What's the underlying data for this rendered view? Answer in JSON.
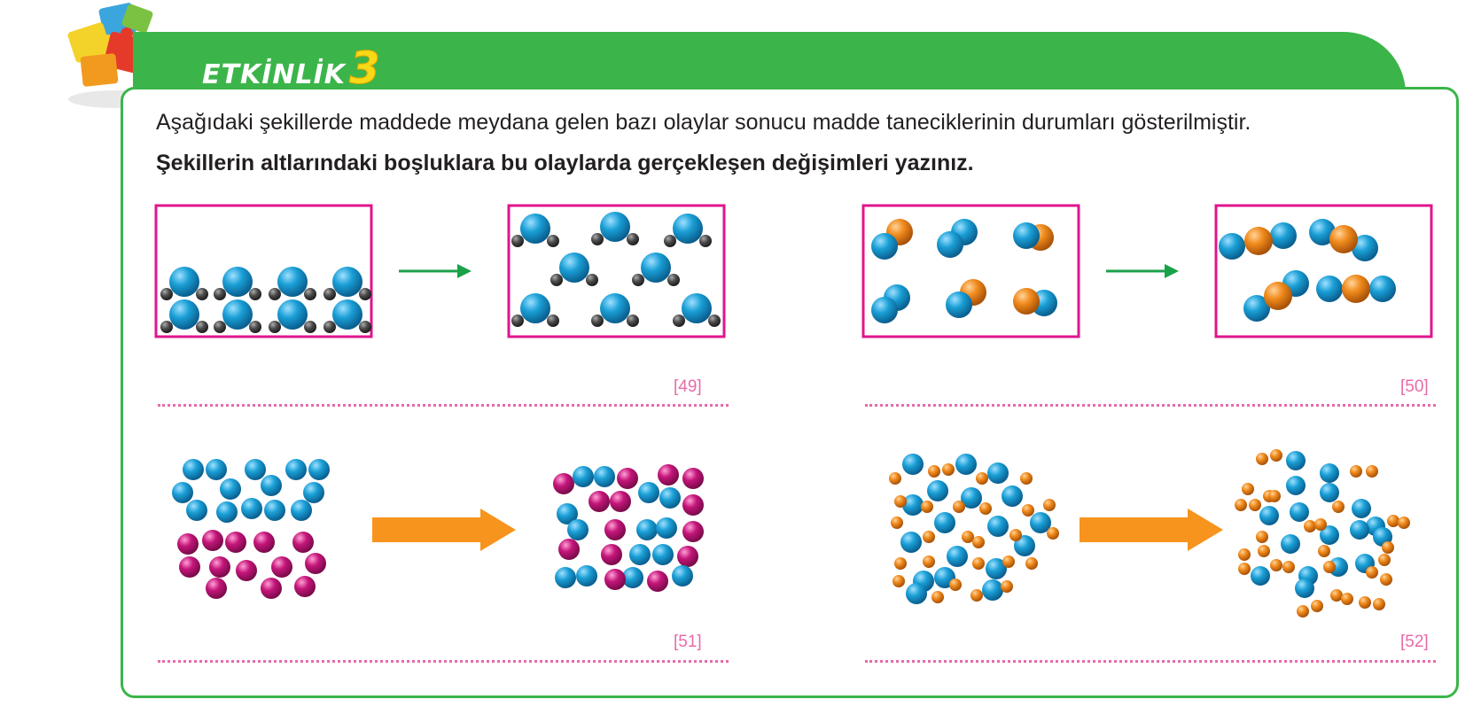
{
  "activity": {
    "title_word": "ETKİNLİK",
    "title_number": "3"
  },
  "text": {
    "intro": "Aşağıdaki şekillerde maddede meydana gelen bazı olaylar sonucu madde taneciklerinin durumları gösterilmiştir.",
    "instruction": "Şekillerin altlarındaki boşluklara bu olaylarda gerçekleşen değişimleri yazınız."
  },
  "answers": [
    {
      "ref": "[49]"
    },
    {
      "ref": "[50]"
    },
    {
      "ref": "[51]"
    },
    {
      "ref": "[52]"
    }
  ],
  "colors": {
    "green": "#3bb54a",
    "magenta_frame": "#e0158c",
    "pink_dots": "#e86aa9",
    "blue_particle": "#1a9fd6",
    "orange_particle": "#f08a1c",
    "magenta_particle": "#c4157a",
    "gray_particle": "#4a4a4a",
    "arrow_green": "#1aa14a",
    "arrow_orange": "#f7941d"
  },
  "icons": [
    "puzzle-icon"
  ]
}
